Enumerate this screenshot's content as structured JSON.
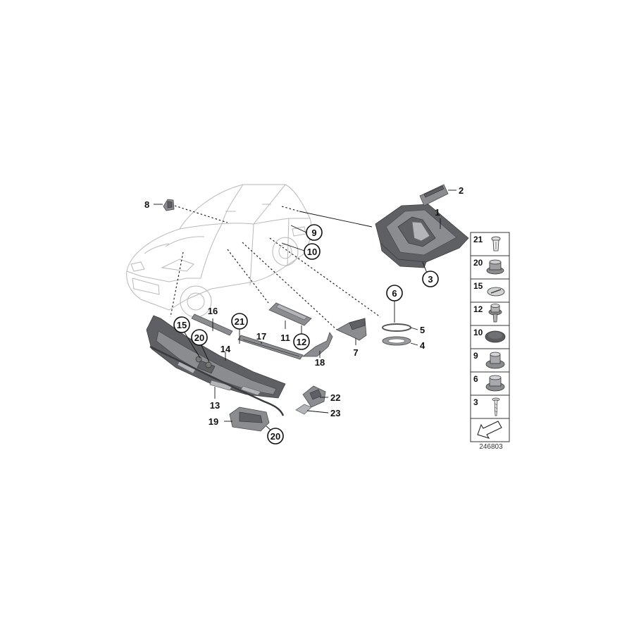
{
  "callouts": {
    "c1": "1",
    "c2": "2",
    "c3": "3",
    "c4": "4",
    "c5": "5",
    "c6": "6",
    "c7": "7",
    "c8": "8",
    "c9": "9",
    "c10": "10",
    "c11": "11",
    "c12": "12",
    "c13": "13",
    "c14": "14",
    "c15": "15",
    "c16": "16",
    "c17": "17",
    "c18": "18",
    "c19": "19",
    "c20a": "20",
    "c20b": "20",
    "c21": "21",
    "c22": "22",
    "c23": "23"
  },
  "legend": {
    "rows": [
      "21",
      "20",
      "15",
      "12",
      "10",
      "9",
      "6",
      "3"
    ]
  },
  "doc_number": "246803",
  "icons": {
    "arrow": "direction-arrow-icon"
  }
}
